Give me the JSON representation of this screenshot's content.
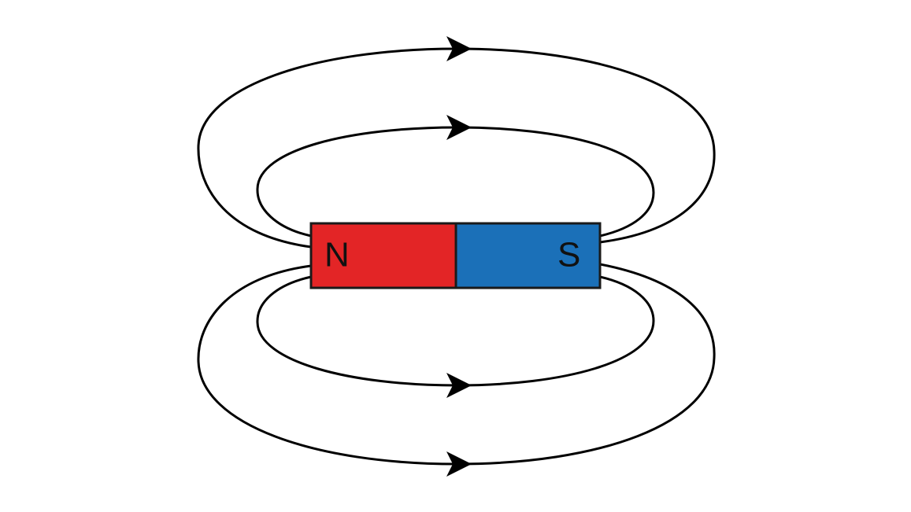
{
  "magnet": {
    "north_label": "N",
    "south_label": "S",
    "north_color": "#e32526",
    "south_color": "#1b70b8",
    "outline_color": "#1a1a1a"
  },
  "field_lines": {
    "color": "#000000",
    "arrow_direction": "right",
    "count": 4
  }
}
